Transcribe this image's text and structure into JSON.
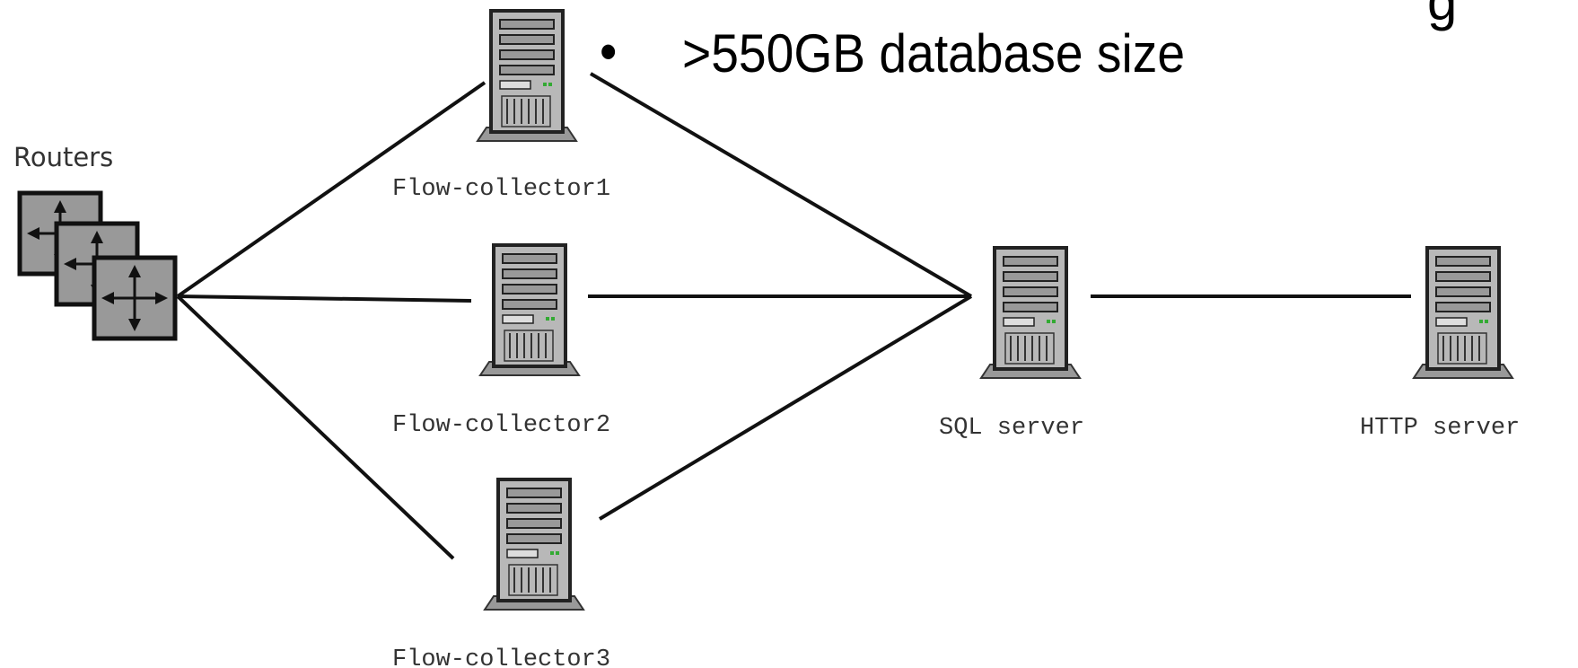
{
  "slide": {
    "bullet_symbol": "•",
    "bullet_text": ">550GB database size",
    "cropped_heading_fragment": "g"
  },
  "diagram": {
    "routers_label": "Routers",
    "nodes": {
      "flow_collector1": "Flow-collector1",
      "flow_collector2": "Flow-collector2",
      "flow_collector3": "Flow-collector3",
      "sql_server": "SQL server",
      "http_server": "HTTP server"
    },
    "connections": [
      [
        "routers",
        "flow_collector1"
      ],
      [
        "routers",
        "flow_collector2"
      ],
      [
        "routers",
        "flow_collector3"
      ],
      [
        "flow_collector1",
        "sql_server"
      ],
      [
        "flow_collector2",
        "sql_server"
      ],
      [
        "flow_collector3",
        "sql_server"
      ],
      [
        "sql_server",
        "http_server"
      ]
    ]
  }
}
